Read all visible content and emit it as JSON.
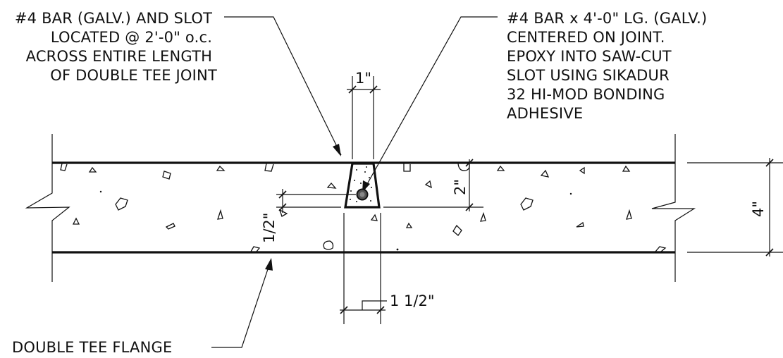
{
  "notes": {
    "bar_slot": {
      "lines": [
        "#4 BAR (GALV.) AND SLOT",
        "LOCATED @ 2'-0\" o.c.",
        "ACROSS ENTIRE LENGTH",
        "OF DOUBLE TEE JOINT"
      ]
    },
    "bar_length": {
      "lines": [
        "#4 BAR x 4'-0\" LG. (GALV.)",
        "CENTERED ON JOINT.",
        "EPOXY INTO SAW-CUT",
        "SLOT USING SIKADUR",
        "32 HI-MOD BONDING",
        "ADHESIVE"
      ]
    },
    "flange": {
      "lines": [
        "DOUBLE TEE FLANGE"
      ]
    }
  },
  "dimensions": {
    "slot_width": "1\"",
    "slot_depth": "2\"",
    "bar_offset": "1/2\"",
    "flange_thickness": "4\"",
    "joint_width": "1 1/2\""
  }
}
